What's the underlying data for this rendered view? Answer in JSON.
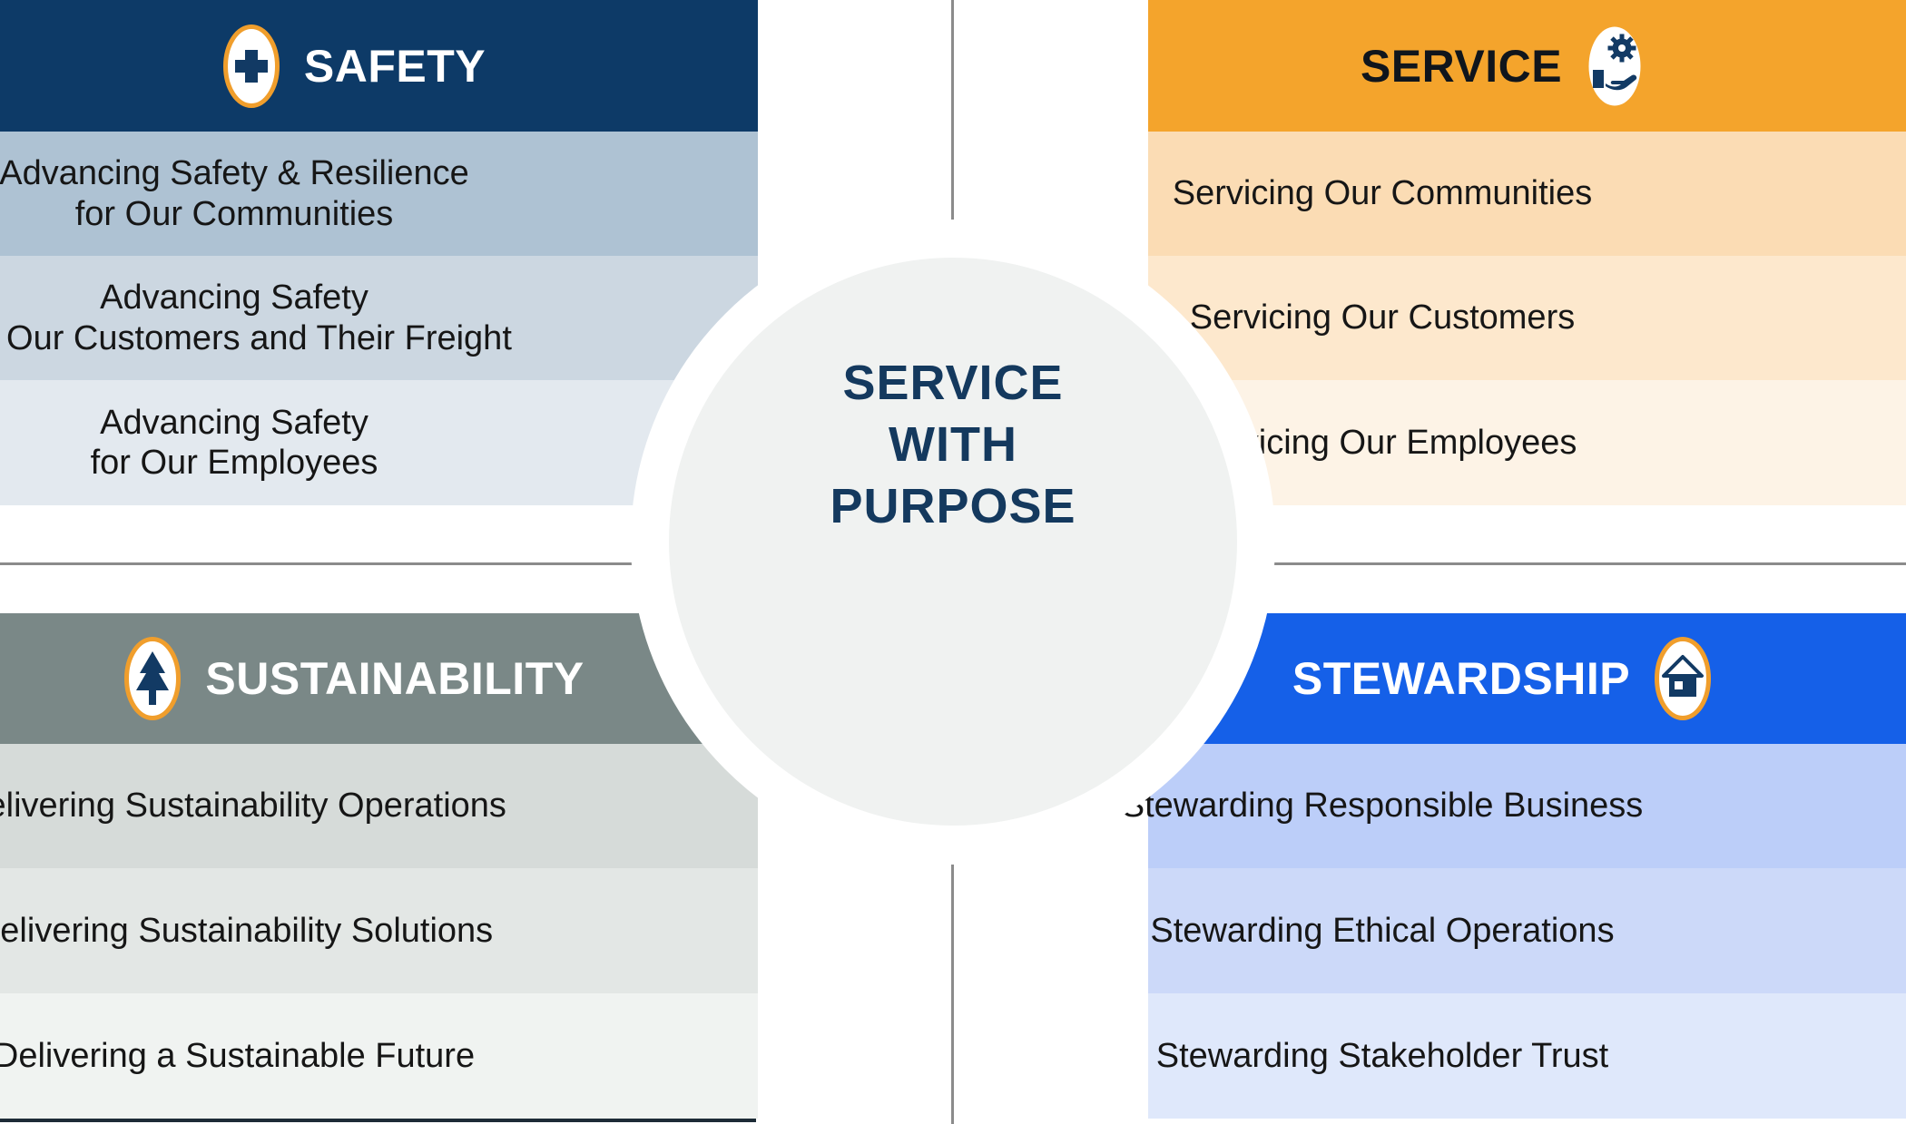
{
  "center": {
    "text": "SERVICE\nWITH\nPURPOSE"
  },
  "quadrants": [
    {
      "id": "safety",
      "title": "SAFETY",
      "icon": "medical-cross-icon",
      "items": [
        "Advancing Safety & Resilience\nfor Our Communities",
        "Advancing Safety\nfor Our Customers and Their Freight",
        "Advancing Safety\nfor Our Employees"
      ]
    },
    {
      "id": "service",
      "title": "SERVICE",
      "icon": "hand-holding-gear-icon",
      "items": [
        "Servicing Our Communities",
        "Servicing Our Customers",
        "Servicing Our Employees"
      ]
    },
    {
      "id": "sustainability",
      "title": "SUSTAINABILITY",
      "icon": "pine-tree-icon",
      "items": [
        "Delivering Sustainability Operations",
        "Delivering Sustainability Solutions",
        "Delivering a Sustainable Future"
      ]
    },
    {
      "id": "stewardship",
      "title": "STEWARDSHIP",
      "icon": "house-icon",
      "items": [
        "Stewarding Responsible Business",
        "Stewarding Ethical Operations",
        "Stewarding Stakeholder Trust"
      ]
    }
  ],
  "colors": {
    "safety_header": "#0d3a67",
    "safety_rows": [
      "#aec2d3",
      "#ccd7e1",
      "#e3e9ef"
    ],
    "service_header": "#f4a42c",
    "service_rows": [
      "#fbdcb4",
      "#fde8cd",
      "#fdf3e6"
    ],
    "sustainability_header": "#7a8887",
    "sustainability_rows": [
      "#d6dbd9",
      "#e3e7e5",
      "#f0f3f1"
    ],
    "stewardship_header": "#1560e8",
    "stewardship_rows": [
      "#bccef9",
      "#ccd9f9",
      "#dfe8fb"
    ],
    "icon_ring": "#f09e2c",
    "icon_glyph": "#123a64",
    "center_circle": "#f0f2f1",
    "center_text": "#14395e",
    "divider": "#8b8b8b"
  }
}
